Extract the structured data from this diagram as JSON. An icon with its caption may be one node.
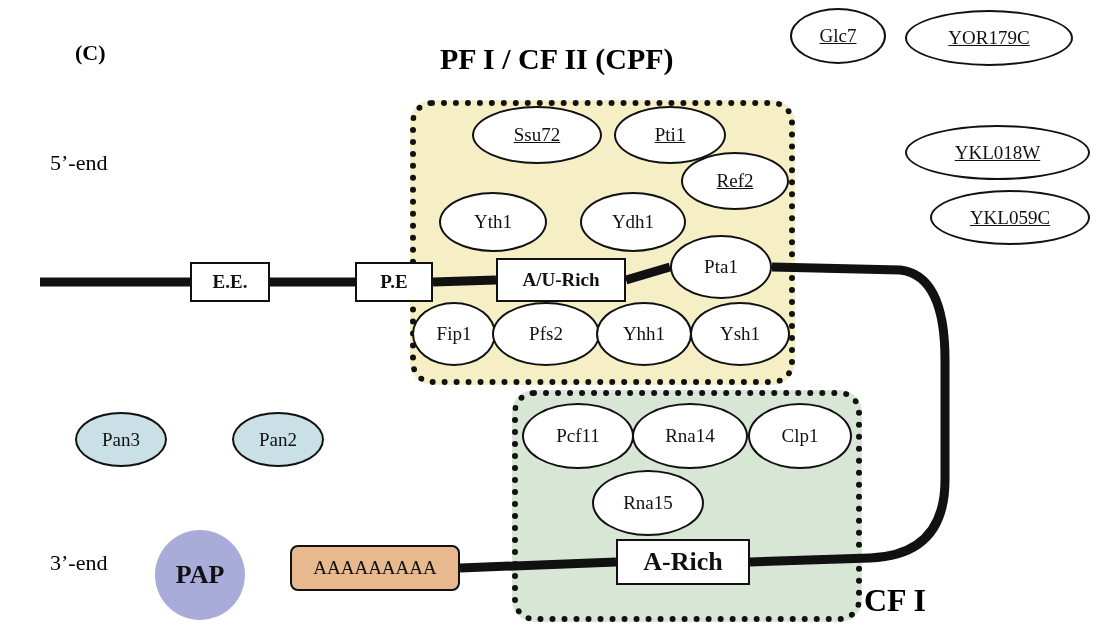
{
  "diagram": {
    "nodes": [
      {
        "text": [
          "Glc7"
        ]
      },
      {
        "text": [
          "YOR179C"
        ]
      },
      {
        "text": [
          "YKL018W"
        ]
      },
      {
        "text": [
          "YKL059C"
        ]
      },
      {
        "text": [
          "PF I / CF II (CPF)"
        ]
      },
      {
        "text": [
          "Ssu72"
        ],
        "in": 4
      },
      {
        "text": [
          "Pti1"
        ],
        "in": 4
      },
      {
        "text": [
          "Ref2"
        ],
        "in": 4
      },
      {
        "text": [
          "Yth1"
        ],
        "in": 4
      },
      {
        "text": [
          "Ydh1"
        ],
        "in": 4
      },
      {
        "text": [
          "E.E."
        ]
      },
      {
        "text": [
          "P.E"
        ]
      },
      {
        "text": [
          "A/U-Rich"
        ],
        "in": 4
      },
      {
        "text": [
          "Pta1"
        ],
        "in": 4
      },
      {
        "text": [
          "Fip1"
        ],
        "in": 4
      },
      {
        "text": [
          "Pfs2"
        ],
        "in": 4
      },
      {
        "text": [
          "Yhh1"
        ],
        "in": 4
      },
      {
        "text": [
          "Ysh1"
        ],
        "in": 4
      },
      {
        "text": [
          "Pan3"
        ]
      },
      {
        "text": [
          "Pan2"
        ]
      },
      {
        "text": [
          "CF I"
        ]
      },
      {
        "text": [
          "Pcf11"
        ],
        "in": 20
      },
      {
        "text": [
          "Rna14"
        ],
        "in": 20
      },
      {
        "text": [
          "Clp1"
        ],
        "in": 20
      },
      {
        "text": [
          "Rna15"
        ],
        "in": 20
      },
      {
        "text": [
          "PAP"
        ]
      },
      {
        "text": [
          "AAAAAAAAA"
        ]
      },
      {
        "text": [
          "A-Rich"
        ],
        "in": 20
      }
    ],
    "edges": [
      {
        "from": null,
        "to": 10,
        "arrow": "none"
      },
      {
        "from": 10,
        "to": 11,
        "arrow": "none"
      },
      {
        "from": 11,
        "to": 12,
        "arrow": "none"
      },
      {
        "from": 12,
        "to": 13,
        "arrow": "none"
      },
      {
        "from": 13,
        "to": 27,
        "arrow": "none"
      },
      {
        "from": 27,
        "to": 26,
        "arrow": "none"
      }
    ],
    "labels": [
      "(C)",
      "5’-end",
      "3’-end"
    ]
  }
}
